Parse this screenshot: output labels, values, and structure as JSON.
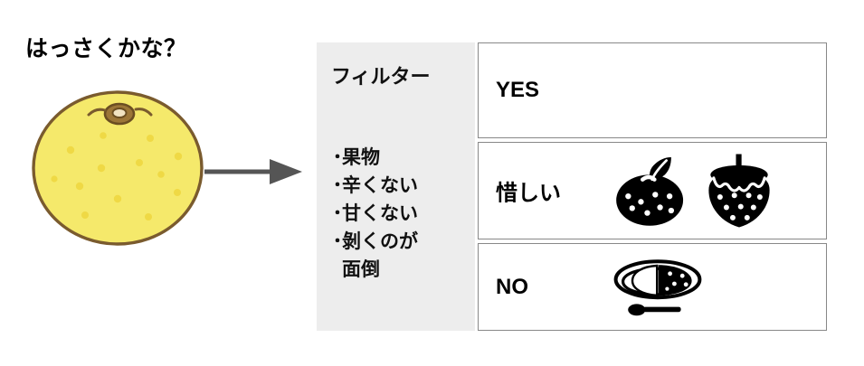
{
  "title": "はっさくかな？",
  "illustration": {
    "name": "hassaku-citrus-fruit",
    "body_color": "#F5E96B",
    "outline_color": "#7A5B2E",
    "dot_color": "#EFD945",
    "stem_color": "#7A5B2E"
  },
  "arrow": {
    "name": "flow-arrow-right",
    "color": "#555555"
  },
  "filter": {
    "title": "フィルター",
    "bullet": "・",
    "items": [
      {
        "text": "果物",
        "wrap": ""
      },
      {
        "text": "辛くない",
        "wrap": ""
      },
      {
        "text": "甘くない",
        "wrap": ""
      },
      {
        "text": "剝くのが",
        "wrap": "面倒"
      }
    ],
    "background": "#EDEDED"
  },
  "results": {
    "rows": [
      {
        "label": "YES",
        "icons": []
      },
      {
        "label": "惜しい",
        "icons": [
          "mandarin-orange-icon",
          "strawberry-icon"
        ]
      },
      {
        "label": "NO",
        "icons": [
          "curry-rice-plate-icon"
        ]
      }
    ],
    "border_color": "#888888",
    "icon_color": "#000000"
  }
}
